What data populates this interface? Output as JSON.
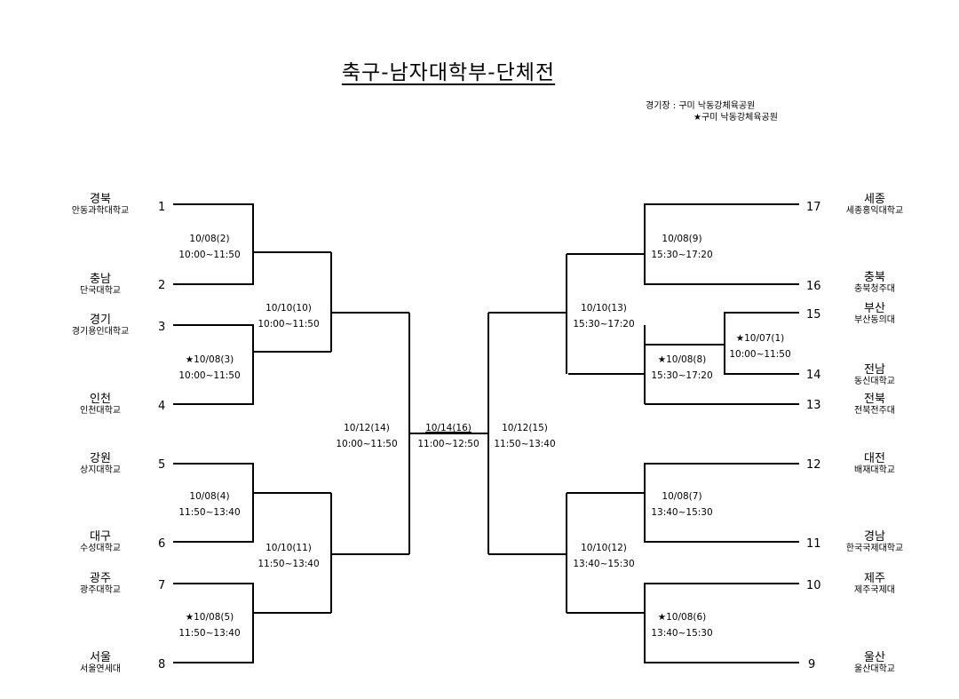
{
  "title": "축구-남자대학부-단체전",
  "venue": {
    "line1": "경기장 : 구미 낙동강체육공원",
    "line2": "★구미 낙동강체육공원"
  },
  "left_teams": [
    {
      "seed": "1",
      "region": "경북",
      "school": "안동과학대학교"
    },
    {
      "seed": "2",
      "region": "충남",
      "school": "단국대학교"
    },
    {
      "seed": "3",
      "region": "경기",
      "school": "경기용인대학교"
    },
    {
      "seed": "4",
      "region": "인천",
      "school": "인천대학교"
    },
    {
      "seed": "5",
      "region": "강원",
      "school": "상지대학교"
    },
    {
      "seed": "6",
      "region": "대구",
      "school": "수성대학교"
    },
    {
      "seed": "7",
      "region": "광주",
      "school": "광주대학교"
    },
    {
      "seed": "8",
      "region": "서울",
      "school": "서울연세대"
    }
  ],
  "right_teams": [
    {
      "seed": "17",
      "region": "세종",
      "school": "세종홍익대학교"
    },
    {
      "seed": "16",
      "region": "충북",
      "school": "충북청주대"
    },
    {
      "seed": "15",
      "region": "부산",
      "school": "부산동의대"
    },
    {
      "seed": "14",
      "region": "전남",
      "school": "동신대학교"
    },
    {
      "seed": "13",
      "region": "전북",
      "school": "전북전주대"
    },
    {
      "seed": "12",
      "region": "대전",
      "school": "배재대학교"
    },
    {
      "seed": "11",
      "region": "경남",
      "school": "한국국제대학교"
    },
    {
      "seed": "10",
      "region": "제주",
      "school": "제주국제대"
    },
    {
      "seed": "9",
      "region": "울산",
      "school": "울산대학교"
    }
  ],
  "matches": {
    "m2": {
      "date": "10/08(2)",
      "time": "10:00~11:50"
    },
    "m3": {
      "date": "★10/08(3)",
      "time": "10:00~11:50"
    },
    "m4": {
      "date": "10/08(4)",
      "time": "11:50~13:40"
    },
    "m5": {
      "date": "★10/08(5)",
      "time": "11:50~13:40"
    },
    "m10": {
      "date": "10/10(10)",
      "time": "10:00~11:50"
    },
    "m11": {
      "date": "10/10(11)",
      "time": "11:50~13:40"
    },
    "m14": {
      "date": "10/12(14)",
      "time": "10:00~11:50"
    },
    "m16": {
      "date": "10/14(16)",
      "time": "11:00~12:50"
    },
    "m15": {
      "date": "10/12(15)",
      "time": "11:50~13:40"
    },
    "m9": {
      "date": "10/08(9)",
      "time": "15:30~17:20"
    },
    "m1": {
      "date": "★10/07(1)",
      "time": "10:00~11:50"
    },
    "m8": {
      "date": "★10/08(8)",
      "time": "15:30~17:20"
    },
    "m13": {
      "date": "10/10(13)",
      "time": "15:30~17:20"
    },
    "m7": {
      "date": "10/08(7)",
      "time": "13:40~15:30"
    },
    "m6": {
      "date": "★10/08(6)",
      "time": "13:40~15:30"
    },
    "m12": {
      "date": "10/10(12)",
      "time": "13:40~15:30"
    }
  }
}
